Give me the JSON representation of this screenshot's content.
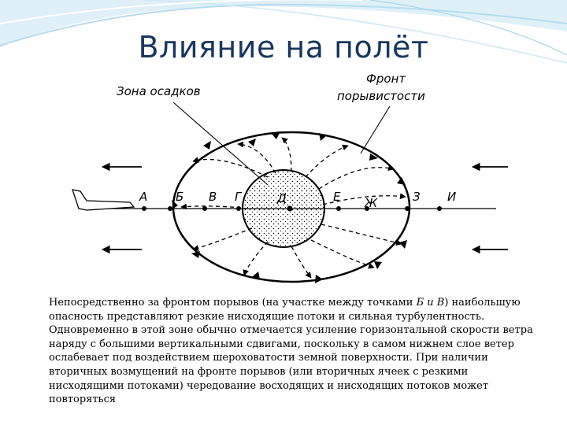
{
  "slide": {
    "title": "Влияние на полёт"
  },
  "diagram": {
    "labels": {
      "precip_zone": "Зона осадков",
      "gust_front_line1": "Фронт",
      "gust_front_line2": "порывистости"
    },
    "points": [
      "А",
      "Б",
      "В",
      "Г",
      "Д",
      "Е",
      "Ж",
      "З",
      "И"
    ]
  },
  "text": {
    "part1": "Непосредственно за фронтом порывов (на участке между точками ",
    "emph": "Б и В",
    "part2": ") наибольшую опасность представляют резкие нисходящие потоки и сильная турбулентность. Одновременно в этой зоне обычно отмечается усиление горизонтальной скорости ветра наряду с большими вертикальными сдвигами, поскольку в самом нижнем слое ветер ослабевает под воздействием шероховатости земной поверхности. При наличии вторичных возмущений на фронте порывов (или вторичных ячеек с резкими нисходящими потоками) чередование восходящих и нисходящих потоков может повторяться"
  },
  "colors": {
    "title": "#17375e",
    "decor": "#b8dcef"
  }
}
